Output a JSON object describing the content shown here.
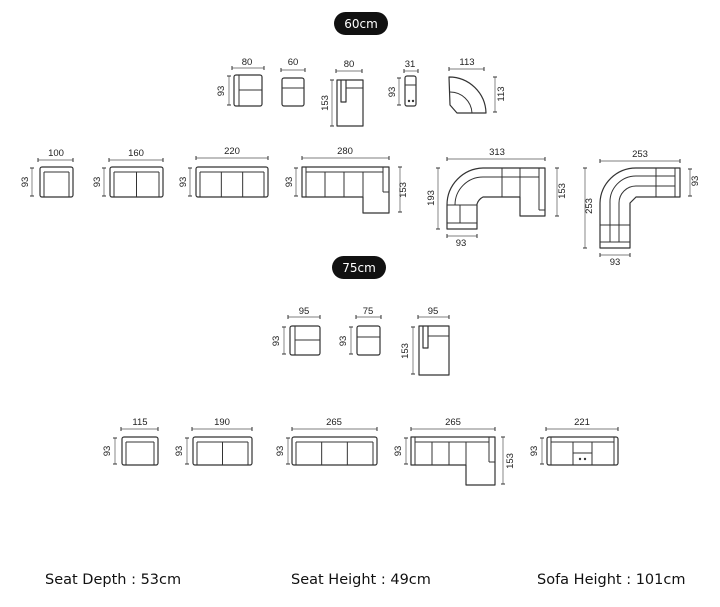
{
  "sections": {
    "s60": {
      "label": "60cm",
      "modules": [
        {
          "name": "corner-seat",
          "width": "80",
          "depth": "93"
        },
        {
          "name": "armless-seat",
          "width": "60"
        },
        {
          "name": "chaise",
          "width": "80",
          "depth": "153"
        },
        {
          "name": "console",
          "width": "31",
          "depth": "93"
        },
        {
          "name": "curved-corner",
          "width": "113",
          "depth": "113"
        }
      ],
      "sofas": [
        {
          "name": "1-seater",
          "width": "100",
          "depth": "93"
        },
        {
          "name": "2-seater",
          "width": "160",
          "depth": "93"
        },
        {
          "name": "3-seater",
          "width": "220",
          "depth": "93"
        },
        {
          "name": "chaise-sofa",
          "width": "280",
          "depth": "93",
          "chaise_depth": "153"
        },
        {
          "name": "curved-u-sofa",
          "width": "313",
          "height": "193",
          "chaise_depth": "153",
          "arm_width": "93"
        },
        {
          "name": "curved-corner-sofa",
          "width": "253",
          "depth": "93",
          "height": "253",
          "arm_width": "93"
        }
      ]
    },
    "s75": {
      "label": "75cm",
      "modules": [
        {
          "name": "corner-seat",
          "width": "95",
          "depth": "93"
        },
        {
          "name": "armless-seat",
          "width": "75",
          "depth": "93"
        },
        {
          "name": "chaise",
          "width": "95",
          "depth": "153"
        }
      ],
      "sofas": [
        {
          "name": "1-seater",
          "width": "115",
          "depth": "93"
        },
        {
          "name": "2-seater",
          "width": "190",
          "depth": "93"
        },
        {
          "name": "3-seater",
          "width": "265",
          "depth": "93"
        },
        {
          "name": "chaise-sofa",
          "width": "265",
          "depth": "93",
          "chaise_depth": "153"
        },
        {
          "name": "console-sofa",
          "width": "221",
          "depth": "93"
        }
      ]
    }
  },
  "specs": {
    "seat_depth": "Seat Depth : 53cm",
    "seat_height": "Seat Height : 49cm",
    "sofa_height": "Sofa Height : 101cm"
  },
  "colors": {
    "line": "#333333",
    "pill": "#111111"
  }
}
